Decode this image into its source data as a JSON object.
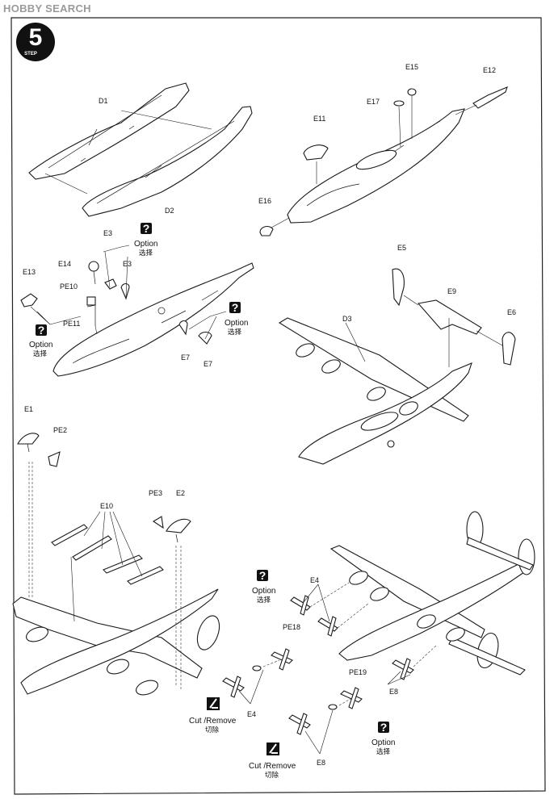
{
  "watermark": "HOBBY SEARCH",
  "step": {
    "label": "STEP",
    "number": "5"
  },
  "parts": {
    "D1": "D1",
    "D2": "D2",
    "D3": "D3",
    "E1": "E1",
    "E2": "E2",
    "E3a": "E3",
    "E3b": "E3",
    "E4a": "E4",
    "E4b": "E4",
    "E5": "E5",
    "E6": "E6",
    "E7a": "E7",
    "E7b": "E7",
    "E8a": "E8",
    "E8b": "E8",
    "E9": "E9",
    "E10": "E10",
    "E11": "E11",
    "E12": "E12",
    "E13": "E13",
    "E14": "E14",
    "E15": "E15",
    "E16": "E16",
    "E17": "E17",
    "PE2": "PE2",
    "PE3": "PE3",
    "PE10": "PE10",
    "PE11": "PE11",
    "PE18": "PE18",
    "PE19": "PE19"
  },
  "option": {
    "en": "Option",
    "cn": "选择",
    "mark": "?"
  },
  "cut": {
    "en": "Cut /Remove",
    "cn": "切除"
  },
  "icons": [
    "step-badge-icon",
    "question-mark-icon",
    "cut-remove-icon"
  ]
}
